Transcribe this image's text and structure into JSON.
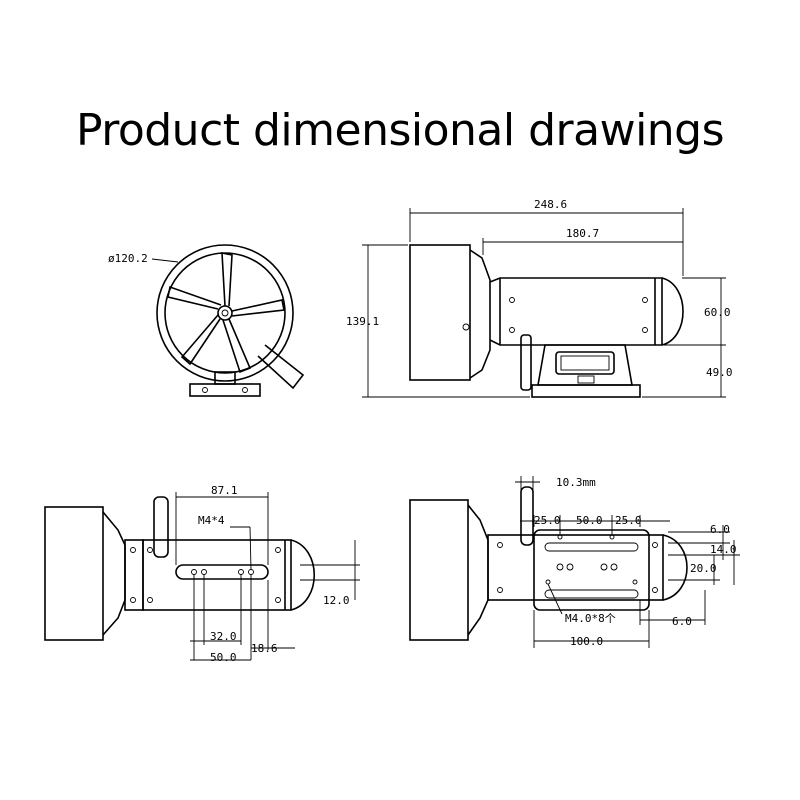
{
  "title": "Product dimensional drawings",
  "front_view": {
    "diameter": "ø120.2"
  },
  "side_view": {
    "length_total": "248.6",
    "length_body": "180.7",
    "height_total": "139.1",
    "body_height": "60.0",
    "base_height": "49.0"
  },
  "top_view_a": {
    "length": "87.1",
    "thread": "M4*4",
    "hole_spacing": "32.0",
    "slot_length": "50.0",
    "offset": "18.6",
    "depth": "12.0"
  },
  "top_view_b": {
    "rod_diameter": "10.3mm",
    "spacing_left": "25.0",
    "spacing_mid": "50.0",
    "spacing_right": "25.0",
    "edge_a": "6.0",
    "edge_b": "14.0",
    "edge_c": "20.0",
    "edge_d": "6.0",
    "thread": "M4.0*8个",
    "plate_length": "100.0"
  }
}
